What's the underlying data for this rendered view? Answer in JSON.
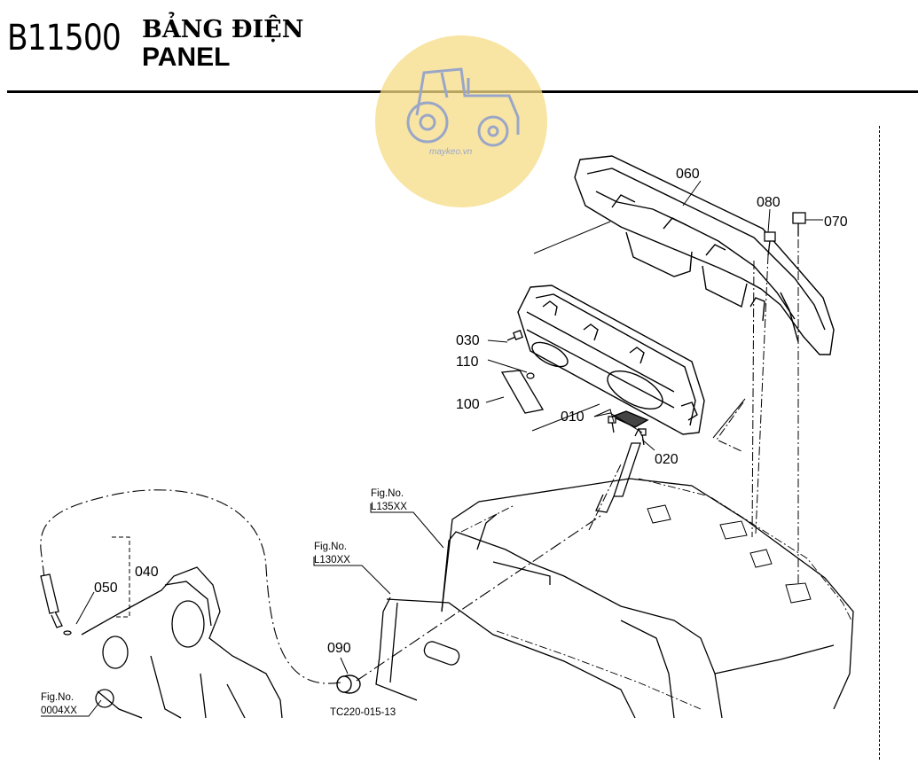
{
  "header": {
    "code": "B11500",
    "title_vn": "BẢNG ĐIỆN",
    "title_en": "PANEL"
  },
  "watermark": {
    "text": "maykeo.vn",
    "color": "#f6dc84",
    "icon": "tractor-icon"
  },
  "parts": {
    "p010": "010",
    "p020": "020",
    "p030": "030",
    "p040": "040",
    "p050": "050",
    "p060": "060",
    "p070": "070",
    "p080": "080",
    "p090": "090",
    "p100": "100",
    "p110": "110"
  },
  "fig_refs": {
    "fig_label": "Fig.No.",
    "ref_a": "L135XX",
    "ref_b": "L130XX",
    "ref_c": "0004XX"
  },
  "drawing_code": "TC220-015-13"
}
